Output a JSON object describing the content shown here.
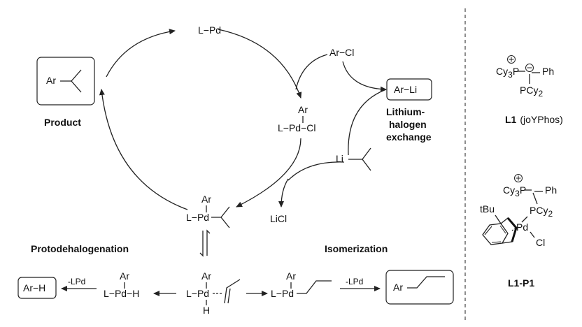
{
  "cycle": {
    "catalyst": "L−Pd",
    "aryl_chloride": "Ar−Cl",
    "oxidative_addition": {
      "top": "Ar",
      "bottom": "L−Pd−Cl"
    },
    "isopropyl_lithium_prefix": "Li",
    "lithium_chloride": "LiCl",
    "transmetalation": {
      "top": "Ar",
      "bottom": "L−Pd"
    },
    "product_prefix": "Ar",
    "product_label": "Product"
  },
  "exchange": {
    "aryllithium": "Ar−Li",
    "label": [
      "Lithium-",
      "halogen",
      "exchange"
    ]
  },
  "protodehalogenation": {
    "label": "Protodehalogenation",
    "product": "Ar−H",
    "loss": "-LPd",
    "hydride": {
      "top": "Ar",
      "bottom": "L−Pd−H"
    },
    "alkene_complex": {
      "top": "Ar",
      "left": "L−Pd",
      "bottom": "H"
    }
  },
  "isomerization": {
    "label": "Isomerization",
    "intermediate": {
      "top": "Ar",
      "bottom": "L−Pd"
    },
    "loss": "-LPd",
    "product_prefix": "Ar"
  },
  "ligands": {
    "l1": {
      "cy3p": "Cy",
      "cy3p_sub": "3",
      "p": "P",
      "ph": "Ph",
      "pcy2": "PCy",
      "pcy2_sub": "2",
      "name": "L1",
      "desc": "(joYPhos)"
    },
    "l1p1": {
      "cy3p": "Cy",
      "cy3p_sub": "3",
      "p": "P",
      "ph": "Ph",
      "tbu": "tBu",
      "pcy2": "PCy",
      "pcy2_sub": "2",
      "pd": "Pd",
      "cl": "Cl",
      "name": "L1-P1"
    }
  }
}
